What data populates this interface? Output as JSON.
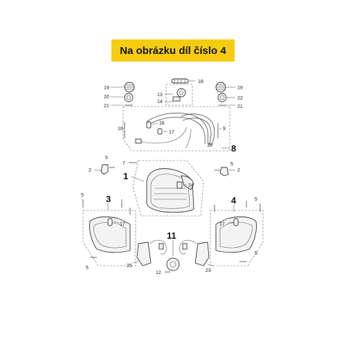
{
  "banner": {
    "text": "Na obrázku díl číslo 4"
  },
  "callouts": {
    "c1": "1",
    "c2a": "2",
    "c2b": "2",
    "c3": "3",
    "c4": "4",
    "c5a": "5",
    "c5b": "5",
    "c5c": "5",
    "c5d": "5",
    "c5e": "5",
    "c5f": "5",
    "c7": "7",
    "c8": "8",
    "c9": "9",
    "c10": "10",
    "c11": "11",
    "c12": "12",
    "c13": "13",
    "c14": "14",
    "c15": "15",
    "c16": "16",
    "c17a": "17",
    "c17b": "17",
    "c17c": "17",
    "c18": "18",
    "c19a": "19",
    "c19b": "19",
    "c20": "20",
    "c21a": "21",
    "c21b": "21",
    "c22": "22",
    "c23": "23",
    "c24": "24",
    "c25": "25"
  }
}
